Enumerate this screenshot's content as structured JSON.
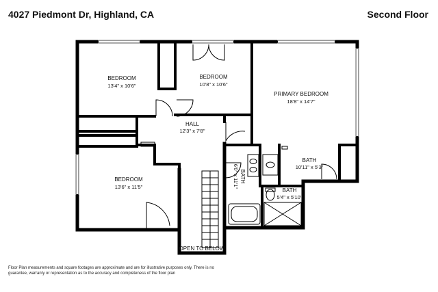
{
  "header": {
    "address": "4027 Piedmont Dr, Highland, CA",
    "floor": "Second Floor"
  },
  "rooms": {
    "bedroom_nw": {
      "name": "BEDROOM",
      "dims": "13'4\" x 10'6\""
    },
    "bedroom_n": {
      "name": "BEDROOM",
      "dims": "10'8\" x 10'6\""
    },
    "primary_bedroom": {
      "name": "PRIMARY BEDROOM",
      "dims": "18'8\" x 14'7\""
    },
    "hall": {
      "name": "HALL",
      "dims": "12'3\" x 7'8\""
    },
    "bedroom_sw": {
      "name": "BEDROOM",
      "dims": "13'6\" x 11'5\""
    },
    "bath_vertical": {
      "name": "BATH",
      "dims": "6'0\" x 11'1\""
    },
    "bath_primary": {
      "name": "BATH",
      "dims": "10'11\" x 5'3\""
    },
    "bath_small": {
      "name": "BATH",
      "dims": "5'4\" x 5'10\""
    },
    "open_below": {
      "name": "OPEN TO BELOW"
    }
  },
  "disclaimer": {
    "text": "Floor Plan measurements and square footages are approximate and are for illustrative purposes only. There is no guarantee, warranty or representation as to the accuracy and completeness of the floor plan"
  }
}
